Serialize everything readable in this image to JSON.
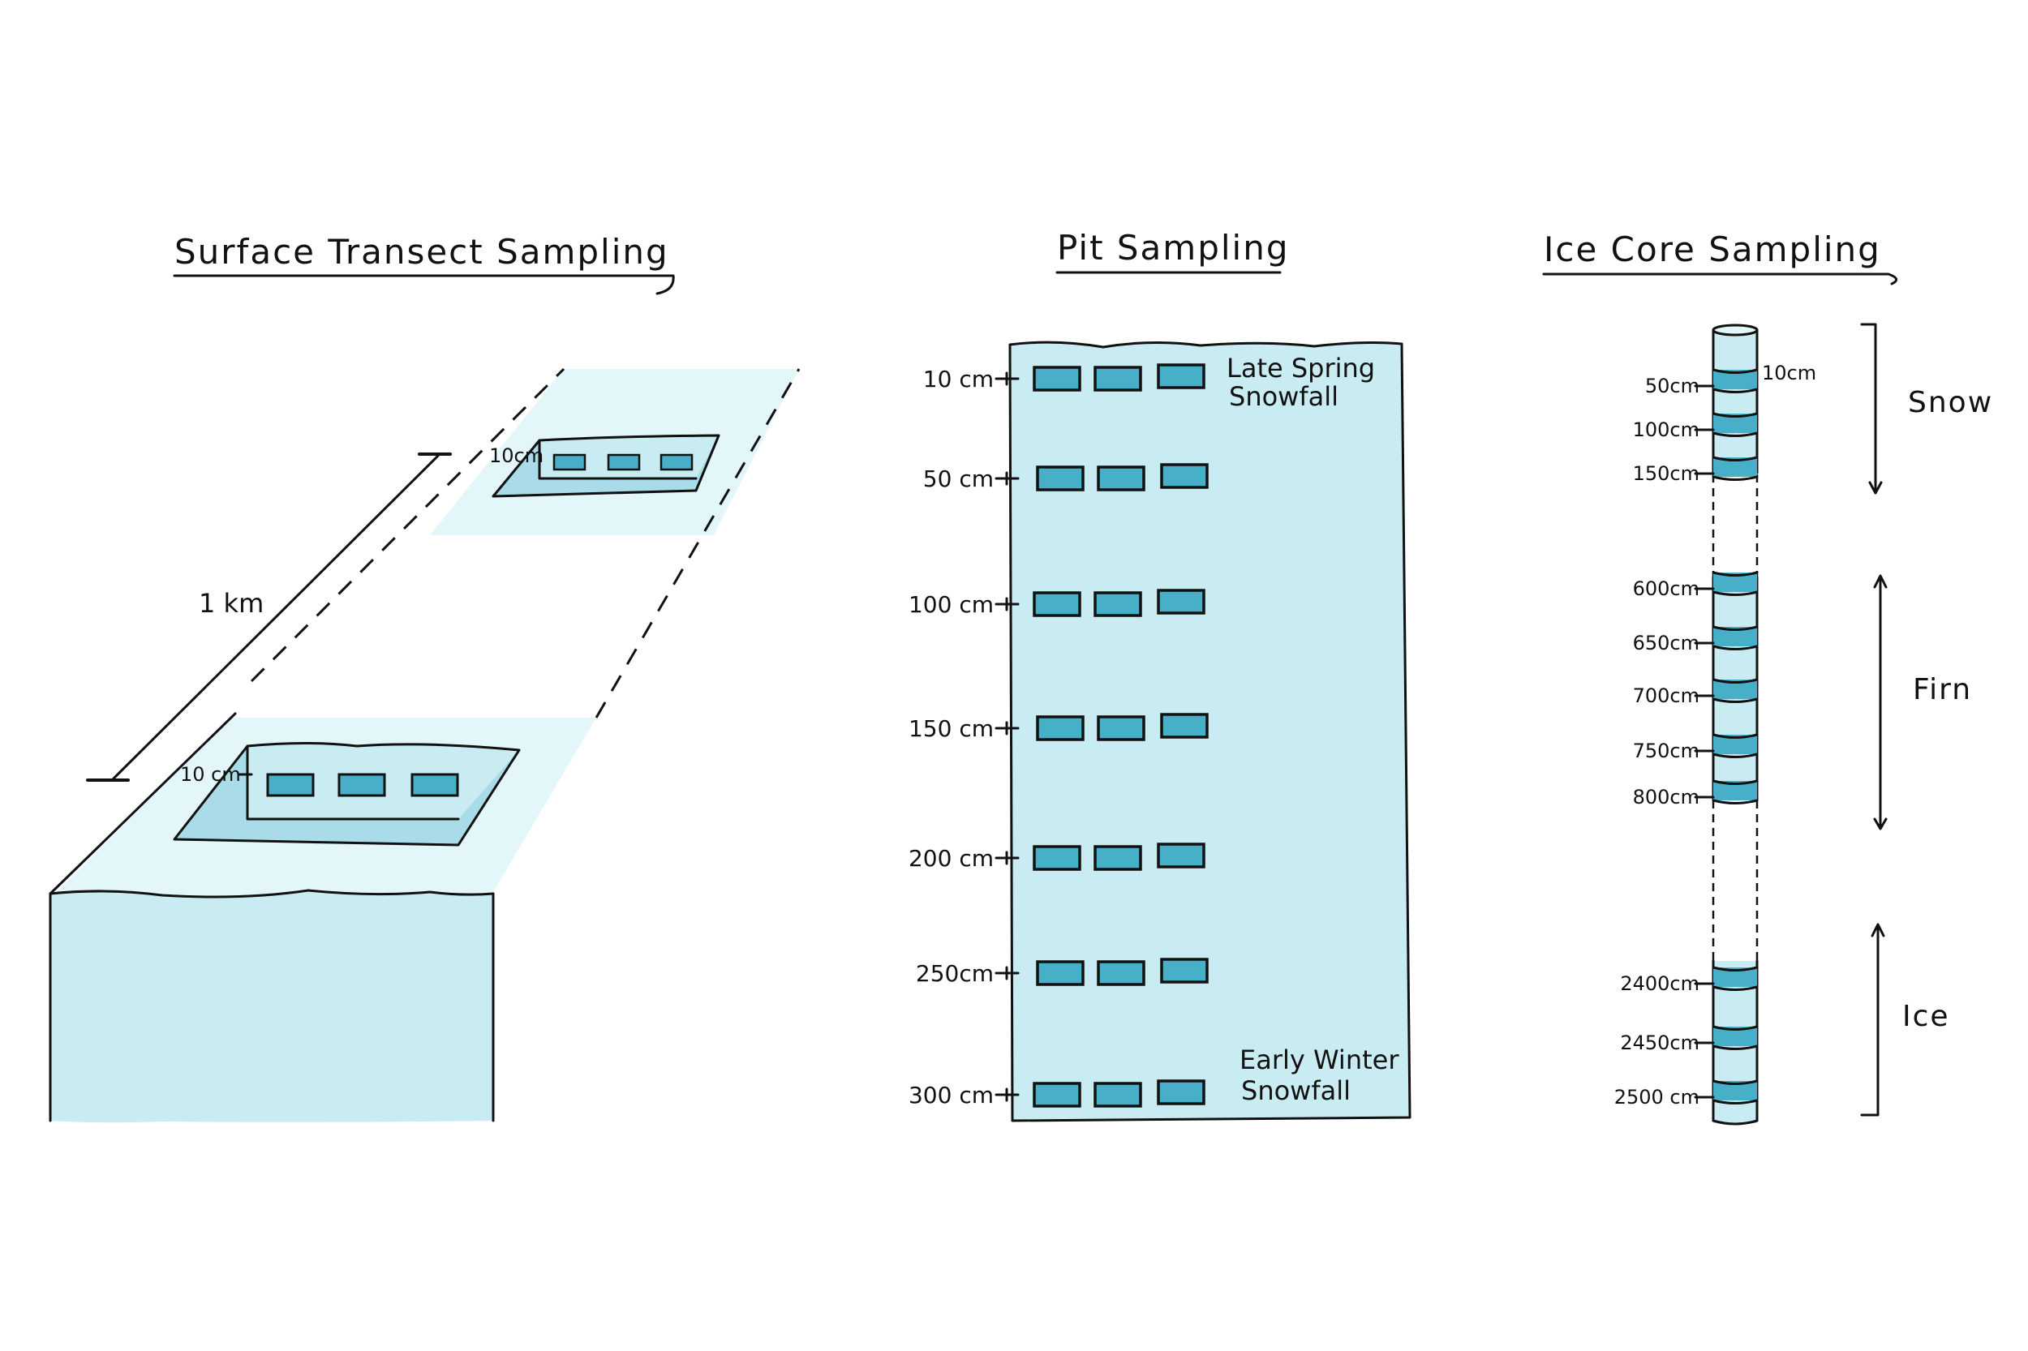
{
  "colors": {
    "snow_fill": "#c9ecf3",
    "snow_fill_light": "#e3f6f9",
    "sample_fill": "#48afc8",
    "ink": "#111111",
    "background": "#ffffff"
  },
  "panels": {
    "surface": {
      "title": "Surface Transect Sampling",
      "distance_label": "1 km",
      "near_pit_depth": "10 cm",
      "far_pit_depth": "10cm"
    },
    "pit": {
      "title": "Pit Sampling",
      "top_note_line1": "Late Spring",
      "top_note_line2": "Snowfall",
      "bottom_note_line1": "Early Winter",
      "bottom_note_line2": "Snowfall",
      "depths": [
        "10 cm",
        "50 cm",
        "100 cm",
        "150 cm",
        "200 cm",
        "250cm",
        "300 cm"
      ]
    },
    "core": {
      "title": "Ice Core Sampling",
      "sample_length": "10cm",
      "snow_depths": [
        "50cm",
        "100cm",
        "150cm"
      ],
      "firn_depths": [
        "600cm",
        "650cm",
        "700cm",
        "750cm",
        "800cm"
      ],
      "ice_depths": [
        "2400cm",
        "2450cm",
        "2500 cm"
      ],
      "zones": [
        "Snow",
        "Firn",
        "Ice"
      ]
    }
  }
}
